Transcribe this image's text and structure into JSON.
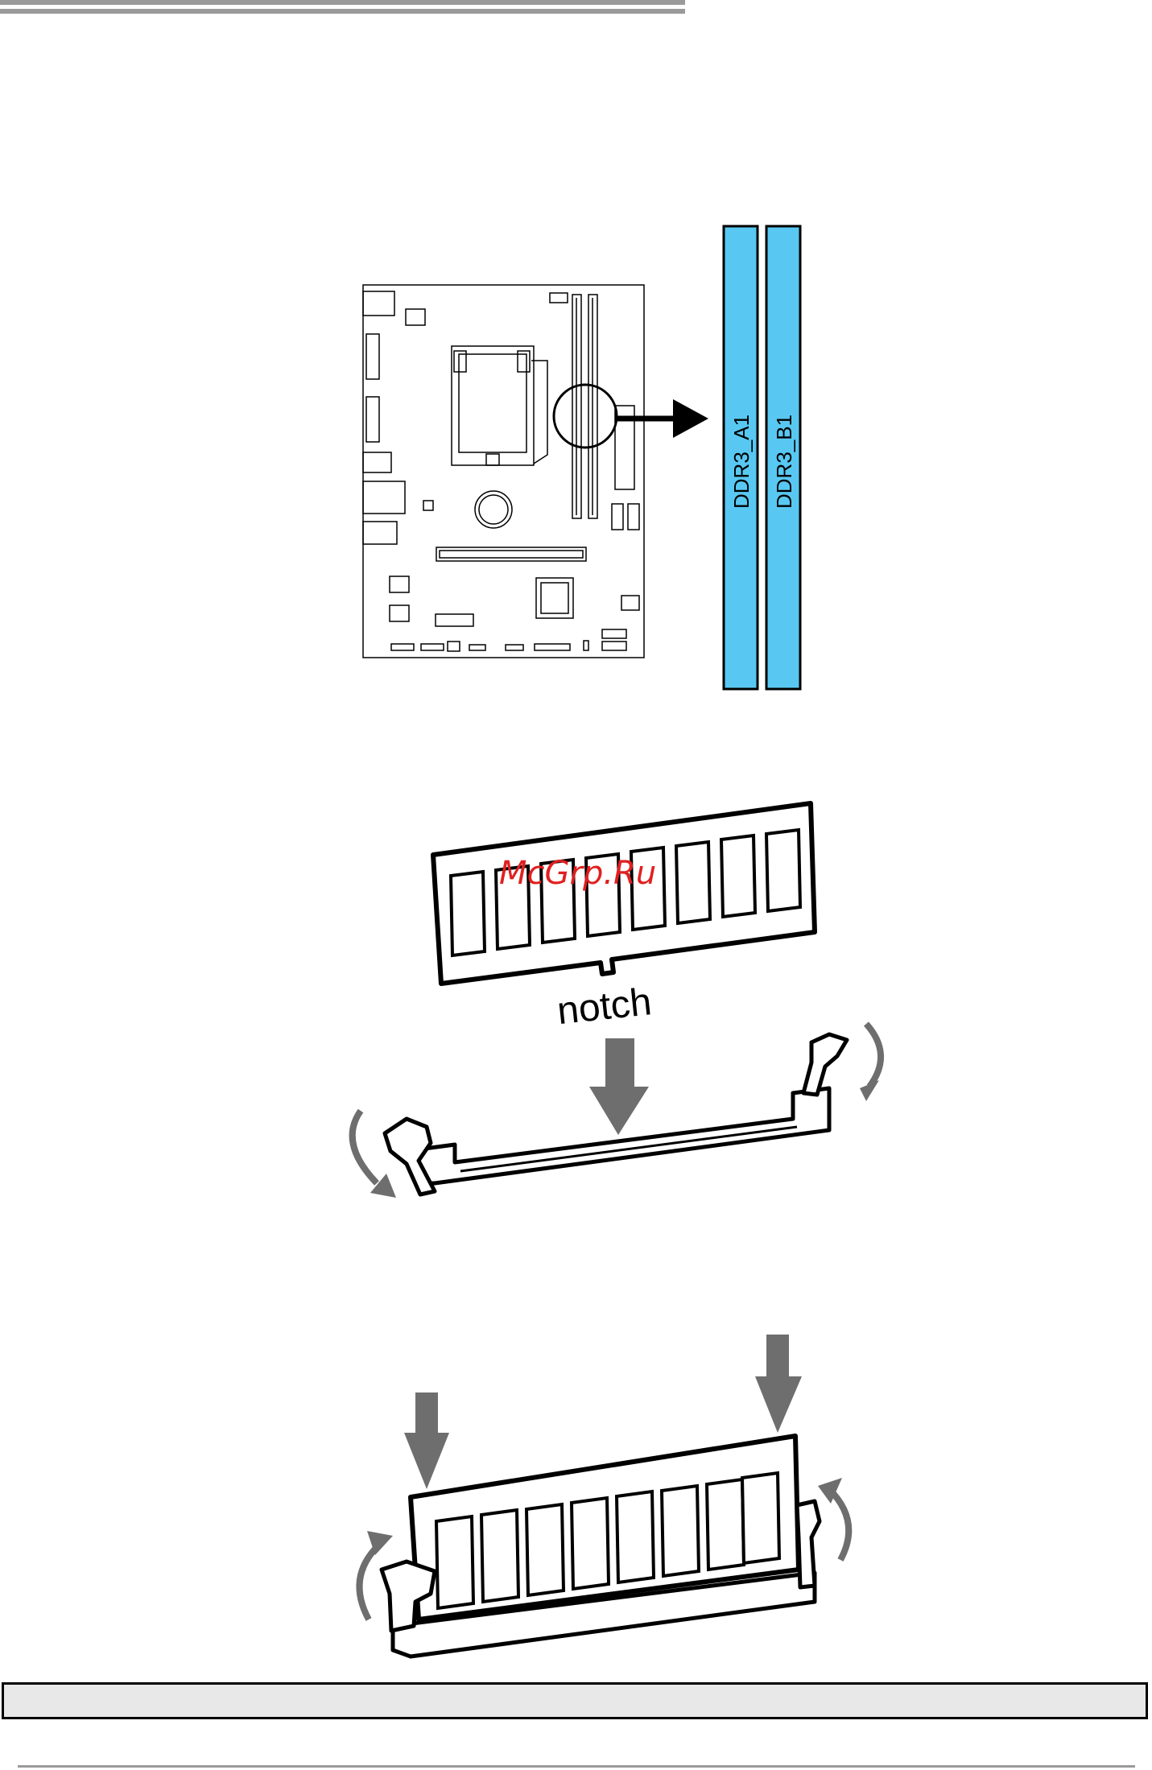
{
  "slots": {
    "a1": "DDR3_A1",
    "b1": "DDR3_B1"
  },
  "module": {
    "notch_label": "notch"
  },
  "watermark": "McGrp.Ru",
  "colors": {
    "slot_fill": "#58c8f2",
    "arrow_gray": "#6e6e6e",
    "rule_gray": "#9a9a9a",
    "footer_fill": "#e8e8e8"
  }
}
